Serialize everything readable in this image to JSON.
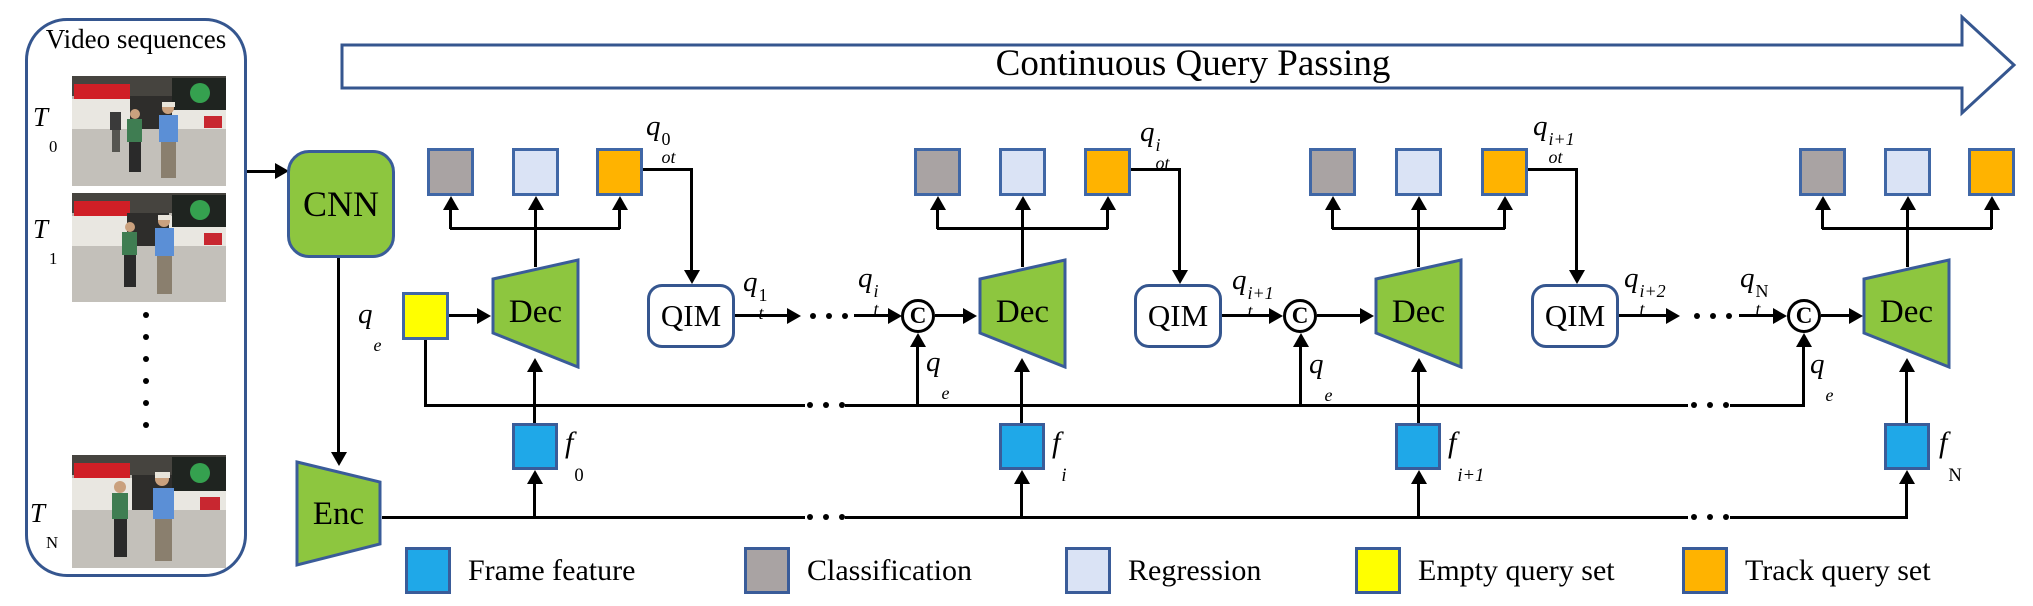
{
  "top_arrow": {
    "label": "Continuous Query Passing"
  },
  "panel": {
    "title": "Video sequences"
  },
  "frames": [
    {
      "label": {
        "base": "T",
        "sub": "0"
      }
    },
    {
      "label": {
        "base": "T",
        "sub": "1"
      }
    },
    {
      "label": {
        "base": "T",
        "sub": "N"
      }
    }
  ],
  "blocks": {
    "cnn": "CNN",
    "enc": "Enc",
    "dec": "Dec",
    "qim": "QIM",
    "concat": "C"
  },
  "math": {
    "qe": {
      "base": "q",
      "sub": "e"
    },
    "qot0": {
      "base": "q",
      "sup": "0",
      "sub": "ot"
    },
    "qoti": {
      "base": "q",
      "sup": "i",
      "sub": "ot"
    },
    "qoti1": {
      "base": "q",
      "sup": "i+1",
      "sub": "ot"
    },
    "qt1": {
      "base": "q",
      "sup": "1",
      "sub": "t"
    },
    "qti": {
      "base": "q",
      "sup": "i",
      "sub": "t"
    },
    "qti1": {
      "base": "q",
      "sup": "i+1",
      "sub": "t"
    },
    "qti2": {
      "base": "q",
      "sup": "i+2",
      "sub": "t"
    },
    "qtN": {
      "base": "q",
      "sup": "N",
      "sub": "t"
    },
    "f0": {
      "base": "f",
      "sub": "0"
    },
    "fi": {
      "base": "f",
      "sub": "i"
    },
    "fi1": {
      "base": "f",
      "sub": "i+1"
    },
    "fN": {
      "base": "f",
      "sub": "N"
    }
  },
  "legend": [
    {
      "label": "Frame feature",
      "color": "#1FA8E8"
    },
    {
      "label": "Classification",
      "color": "#A9A3A3"
    },
    {
      "label": "Regression",
      "color": "#DAE3F5"
    },
    {
      "label": "Empty query set",
      "color": "#FFFF00"
    },
    {
      "label": "Track query set",
      "color": "#FFB300"
    }
  ],
  "colors": {
    "block_green": "#8DC63F",
    "outline_blue": "#35568F",
    "frame_feature": "#1FA8E8",
    "classification": "#A9A3A3",
    "regression": "#DAE3F5",
    "empty_query": "#FFFF00",
    "track_query": "#FFB300",
    "line": "#000000"
  }
}
